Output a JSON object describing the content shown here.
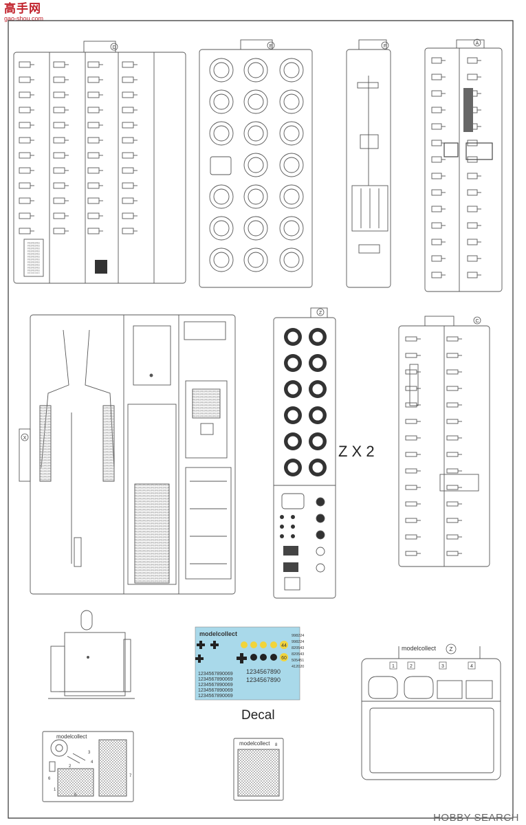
{
  "watermark_top": {
    "hanzi": "高手网",
    "url": "gao-shou.com"
  },
  "watermark_bottom": "HOBBY SEARCH",
  "sprues": {
    "D": {
      "letter": "D"
    },
    "E": {
      "letter": "E"
    },
    "F": {
      "letter": "F"
    },
    "A": {
      "letter": "A"
    },
    "X": {
      "letter": "X"
    },
    "Z": {
      "letter": "Z"
    },
    "C": {
      "letter": "C"
    },
    "clear": {
      "letter": "Z",
      "brand": "modelcollect",
      "numbers": [
        "1",
        "2",
        "3",
        "4"
      ]
    }
  },
  "z_multiplier": "Z X 2",
  "decal": {
    "label": "Decal",
    "brand": "modelcollect",
    "marking_44": "44",
    "marking_60": "60",
    "number_rows": [
      "1234567890069",
      "1234567890069",
      "1234567890069",
      "1234567890069",
      "1234567890069"
    ],
    "big_numbers_1": "1234567890",
    "big_numbers_2": "1234567890",
    "small_codes": [
      "998224",
      "998224",
      "820543",
      "820543",
      "505451",
      "412020"
    ]
  },
  "photo_etch": {
    "brand": "modelcollect",
    "numbers": [
      "1",
      "2",
      "3",
      "4",
      "5",
      "6",
      "7"
    ]
  },
  "mesh": {
    "brand": "modelcollect",
    "number": "8"
  },
  "colors": {
    "line": "#555555",
    "decal_bg": "#a9d9ea",
    "decal_yellow": "#f2d43b",
    "watermark_red": "#c0202a"
  }
}
